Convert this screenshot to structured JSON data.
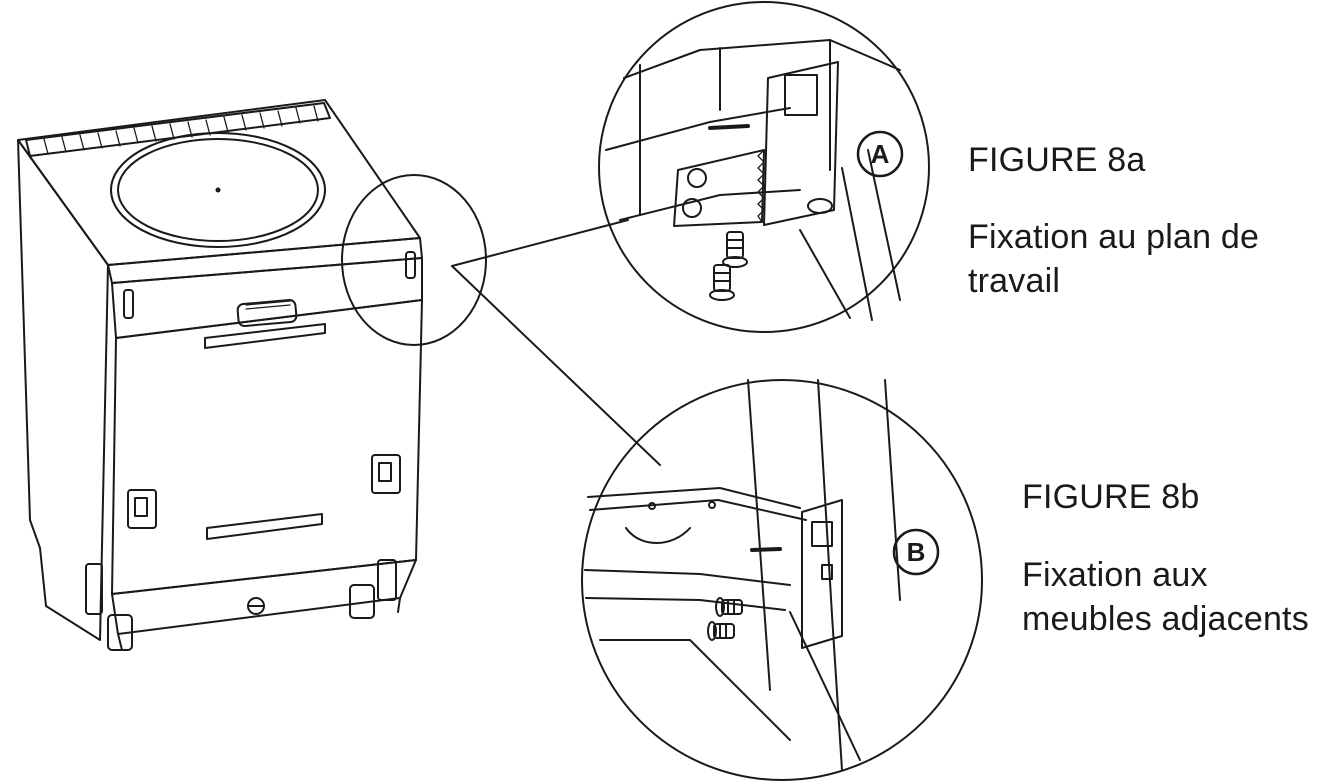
{
  "figure_a": {
    "label": "FIGURE 8a",
    "description": "Fixation au plan de travail",
    "badge": "A"
  },
  "figure_b": {
    "label": "FIGURE 8b",
    "description": "Fixation aux meubles adjacents",
    "badge": "B"
  },
  "colors": {
    "line": "#1a1a1a",
    "background": "#ffffff"
  }
}
